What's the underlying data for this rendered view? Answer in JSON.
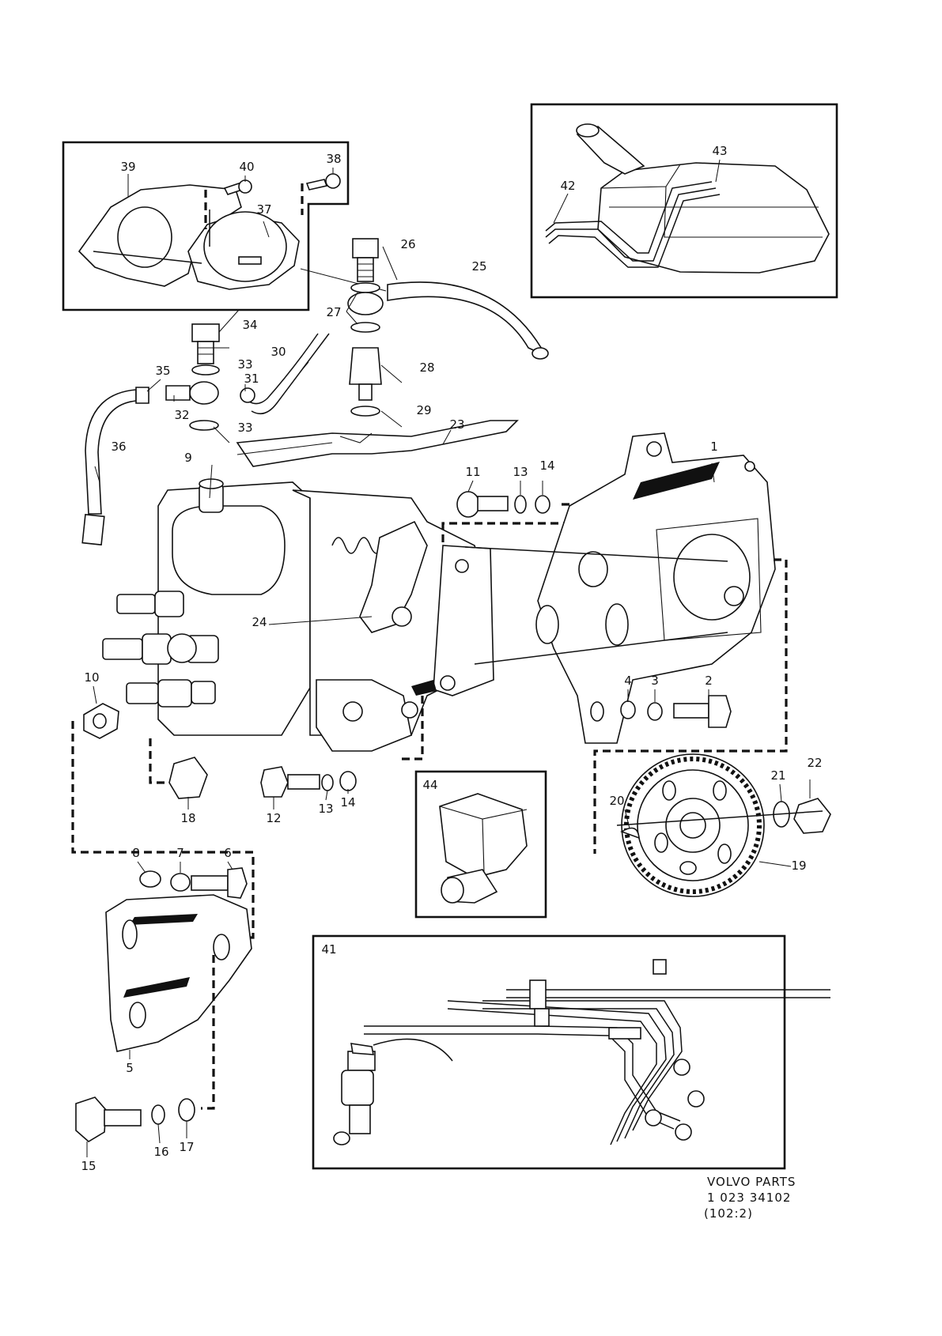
{
  "callouts": [
    {
      "id": "c1",
      "label": "1"
    },
    {
      "id": "c2",
      "label": "2"
    },
    {
      "id": "c3",
      "label": "3"
    },
    {
      "id": "c4",
      "label": "4"
    },
    {
      "id": "c5",
      "label": "5"
    },
    {
      "id": "c6",
      "label": "6"
    },
    {
      "id": "c7",
      "label": "7"
    },
    {
      "id": "c8",
      "label": "8"
    },
    {
      "id": "c9",
      "label": "9"
    },
    {
      "id": "c10",
      "label": "10"
    },
    {
      "id": "c11",
      "label": "11"
    },
    {
      "id": "c12",
      "label": "12"
    },
    {
      "id": "c13a",
      "label": "13"
    },
    {
      "id": "c13b",
      "label": "13"
    },
    {
      "id": "c14a",
      "label": "14"
    },
    {
      "id": "c14b",
      "label": "14"
    },
    {
      "id": "c15",
      "label": "15"
    },
    {
      "id": "c16",
      "label": "16"
    },
    {
      "id": "c17",
      "label": "17"
    },
    {
      "id": "c18",
      "label": "18"
    },
    {
      "id": "c19",
      "label": "19"
    },
    {
      "id": "c20",
      "label": "20"
    },
    {
      "id": "c21",
      "label": "21"
    },
    {
      "id": "c22",
      "label": "22"
    },
    {
      "id": "c23",
      "label": "23"
    },
    {
      "id": "c24",
      "label": "24"
    },
    {
      "id": "c25",
      "label": "25"
    },
    {
      "id": "c26",
      "label": "26"
    },
    {
      "id": "c27",
      "label": "27"
    },
    {
      "id": "c28",
      "label": "28"
    },
    {
      "id": "c29",
      "label": "29"
    },
    {
      "id": "c30",
      "label": "30"
    },
    {
      "id": "c31",
      "label": "31"
    },
    {
      "id": "c32",
      "label": "32"
    },
    {
      "id": "c33a",
      "label": "33"
    },
    {
      "id": "c33b",
      "label": "33"
    },
    {
      "id": "c34",
      "label": "34"
    },
    {
      "id": "c35",
      "label": "35"
    },
    {
      "id": "c36",
      "label": "36"
    },
    {
      "id": "c37",
      "label": "37"
    },
    {
      "id": "c38",
      "label": "38"
    },
    {
      "id": "c39",
      "label": "39"
    },
    {
      "id": "c40",
      "label": "40"
    },
    {
      "id": "c41",
      "label": "41"
    },
    {
      "id": "c42",
      "label": "42"
    },
    {
      "id": "c43",
      "label": "43"
    },
    {
      "id": "c44",
      "label": "44"
    }
  ],
  "footer": {
    "line1": "VOLVO  PARTS",
    "line2": "1  023  34102",
    "line3": "(102:2)"
  },
  "colors": {
    "ink": "#111111",
    "paper": "#ffffff"
  }
}
